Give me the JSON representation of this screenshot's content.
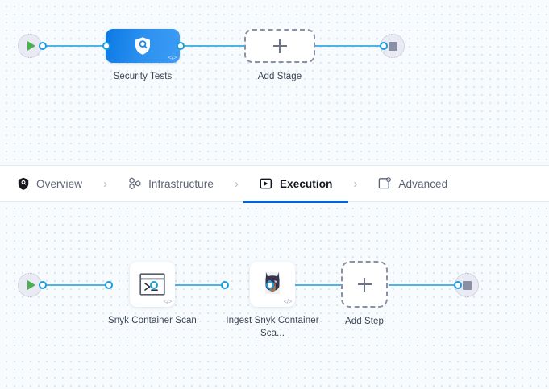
{
  "colors": {
    "link": "#4ab4e6",
    "port_stroke": "#1e9bd9",
    "stage_gradient_from": "#0b7ae5",
    "stage_gradient_to": "#3c9cf5",
    "active_tab_underline": "#0b5fd0",
    "play_green": "#4caf50",
    "stop_gray": "#8b8fa3",
    "canvas_bg": "#f7fbfd",
    "dot_grid": "#d3dde6"
  },
  "stages_canvas": {
    "start_node": {
      "icon": "play-icon",
      "label": ""
    },
    "end_node": {
      "icon": "stop-icon",
      "label": ""
    },
    "nodes": [
      {
        "id": "security-tests",
        "type": "stage",
        "icon": "shield-search-icon",
        "badge": "</>",
        "caption": "Security Tests"
      },
      {
        "id": "add-stage",
        "type": "add",
        "icon": "plus-icon",
        "caption": "Add Stage"
      }
    ]
  },
  "tabbar": {
    "separator": "›",
    "tabs": [
      {
        "id": "overview",
        "label": "Overview",
        "icon": "shield-icon",
        "active": false
      },
      {
        "id": "infrastructure",
        "label": "Infrastructure",
        "icon": "infrastructure-icon",
        "active": false
      },
      {
        "id": "execution",
        "label": "Execution",
        "icon": "play-square-icon",
        "active": true
      },
      {
        "id": "advanced",
        "label": "Advanced",
        "icon": "settings-square-icon",
        "active": false
      }
    ]
  },
  "steps_canvas": {
    "start_node": {
      "icon": "play-icon"
    },
    "end_node": {
      "icon": "stop-icon"
    },
    "nodes": [
      {
        "id": "snyk-container-scan",
        "type": "step",
        "icon": "terminal-icon",
        "badge": "</>",
        "caption": "Snyk Container Scan"
      },
      {
        "id": "ingest-snyk-container-scan",
        "type": "step",
        "icon": "snyk-doberman-icon",
        "badge": "</>",
        "caption": "Ingest Snyk Container Sca..."
      },
      {
        "id": "add-step",
        "type": "add",
        "icon": "plus-icon",
        "caption": "Add Step"
      }
    ]
  }
}
